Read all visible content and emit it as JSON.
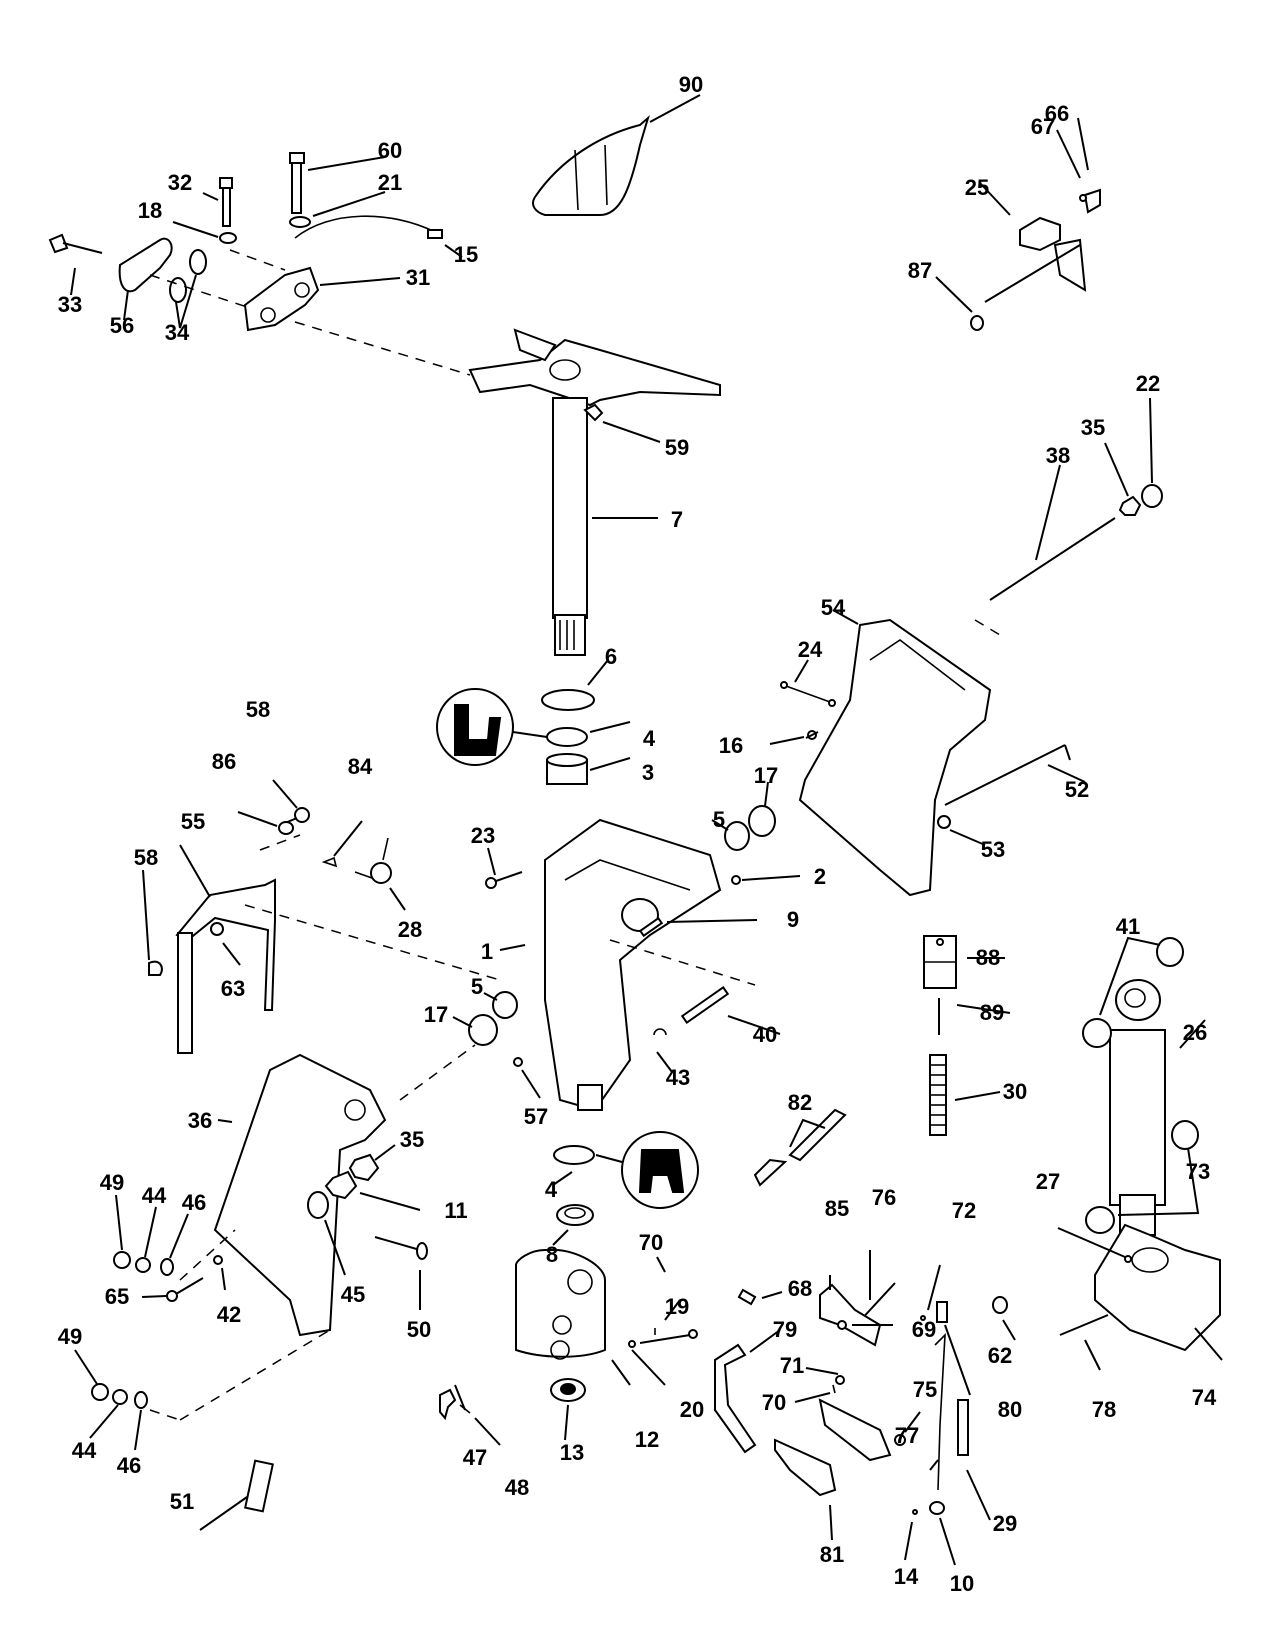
{
  "title": "Swivel bracket / stern bracket exploded parts diagram",
  "callouts": {
    "c1": "1",
    "c2": "2",
    "c3": "3",
    "c4a": "4",
    "c4b": "4",
    "c5a": "5",
    "c5b": "5",
    "c6": "6",
    "c7": "7",
    "c8": "8",
    "c9": "9",
    "c10": "10",
    "c11": "11",
    "c12": "12",
    "c13": "13",
    "c14": "14",
    "c15": "15",
    "c16": "16",
    "c17a": "17",
    "c17b": "17",
    "c18": "18",
    "c19": "19",
    "c20": "20",
    "c21": "21",
    "c22": "22",
    "c23": "23",
    "c24": "24",
    "c25": "25",
    "c26": "26",
    "c27": "27",
    "c28": "28",
    "c29": "29",
    "c30": "30",
    "c31": "31",
    "c32": "32",
    "c33": "33",
    "c34": "34",
    "c35a": "35",
    "c35b": "35",
    "c36": "36",
    "c38": "38",
    "c40": "40",
    "c41": "41",
    "c42": "42",
    "c43": "43",
    "c44a": "44",
    "c44b": "44",
    "c45": "45",
    "c46a": "46",
    "c46b": "46",
    "c47": "47",
    "c48": "48",
    "c49a": "49",
    "c49b": "49",
    "c50": "50",
    "c51": "51",
    "c52": "52",
    "c53": "53",
    "c54": "54",
    "c55": "55",
    "c56": "56",
    "c57": "57",
    "c58a": "58",
    "c58b": "58",
    "c59": "59",
    "c60": "60",
    "c62": "62",
    "c63": "63",
    "c65": "65",
    "c66": "66",
    "c67": "67",
    "c68": "68",
    "c69": "69",
    "c70a": "70",
    "c70b": "70",
    "c71": "71",
    "c72": "72",
    "c73": "73",
    "c74": "74",
    "c75": "75",
    "c76": "76",
    "c77": "77",
    "c78": "78",
    "c79": "79",
    "c80": "80",
    "c81": "81",
    "c82": "82",
    "c84": "84",
    "c85": "85",
    "c86": "86",
    "c87": "87",
    "c88": "88",
    "c89": "89",
    "c90": "90"
  },
  "symbols": {
    "seal_symbol_upper": "lip-seal-orientation-icon (upper)",
    "seal_symbol_lower": "lip-seal-orientation-icon (lower)"
  }
}
